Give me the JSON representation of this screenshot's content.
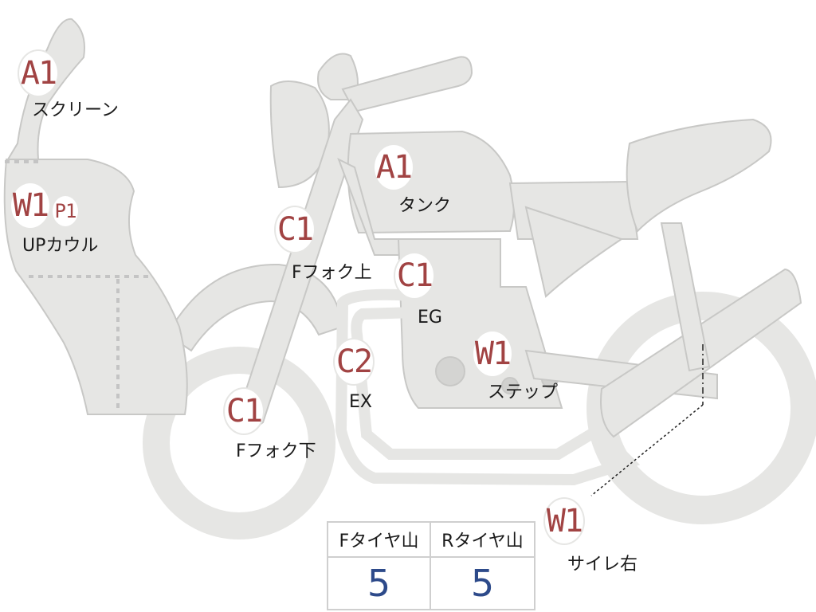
{
  "damage_marks": [
    {
      "id": "screen",
      "code": "A1",
      "label": "スクリーン"
    },
    {
      "id": "up-cowl",
      "code": "W1",
      "code2": "P1",
      "label": "UPカウル"
    },
    {
      "id": "tank",
      "code": "A1",
      "label": "タンク"
    },
    {
      "id": "fork-upper",
      "code": "C1",
      "label": "Fフォク上"
    },
    {
      "id": "engine",
      "code": "C1",
      "label": "EG"
    },
    {
      "id": "exhaust",
      "code": "C2",
      "label": "EX"
    },
    {
      "id": "step",
      "code": "W1",
      "label": "ステップ"
    },
    {
      "id": "fork-lower",
      "code": "C1",
      "label": "Fフォク下"
    },
    {
      "id": "muffler-right",
      "code": "W1",
      "label": "サイレ右"
    }
  ],
  "tire_table": {
    "headers": [
      "Fタイヤ山",
      "Rタイヤ山"
    ],
    "values": [
      "5",
      "5"
    ]
  },
  "colors": {
    "body_fill": "#e6e6e4",
    "outline": "#c8c8c6",
    "code_red": "#a14343",
    "value_blue": "#2d4a8a"
  }
}
